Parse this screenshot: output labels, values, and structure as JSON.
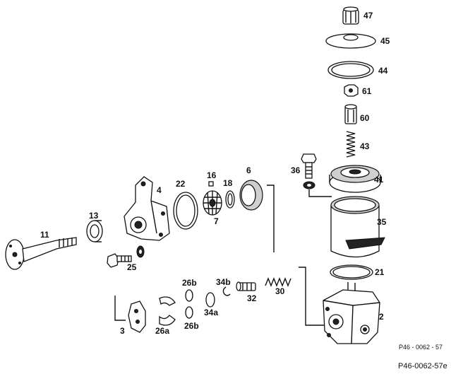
{
  "diagram": {
    "callouts": [
      "47",
      "45",
      "44",
      "61",
      "60",
      "43",
      "36",
      "41",
      "35",
      "21",
      "2",
      "16",
      "18",
      "6",
      "22",
      "4",
      "7",
      "13",
      "11",
      "25",
      "26b",
      "34b",
      "30",
      "32",
      "34a",
      "3",
      "26a"
    ],
    "callout_26b_lower": "26b",
    "ref_code_small": "P46 - 0062 - 57",
    "figure_id": "P46-0062-57e"
  }
}
